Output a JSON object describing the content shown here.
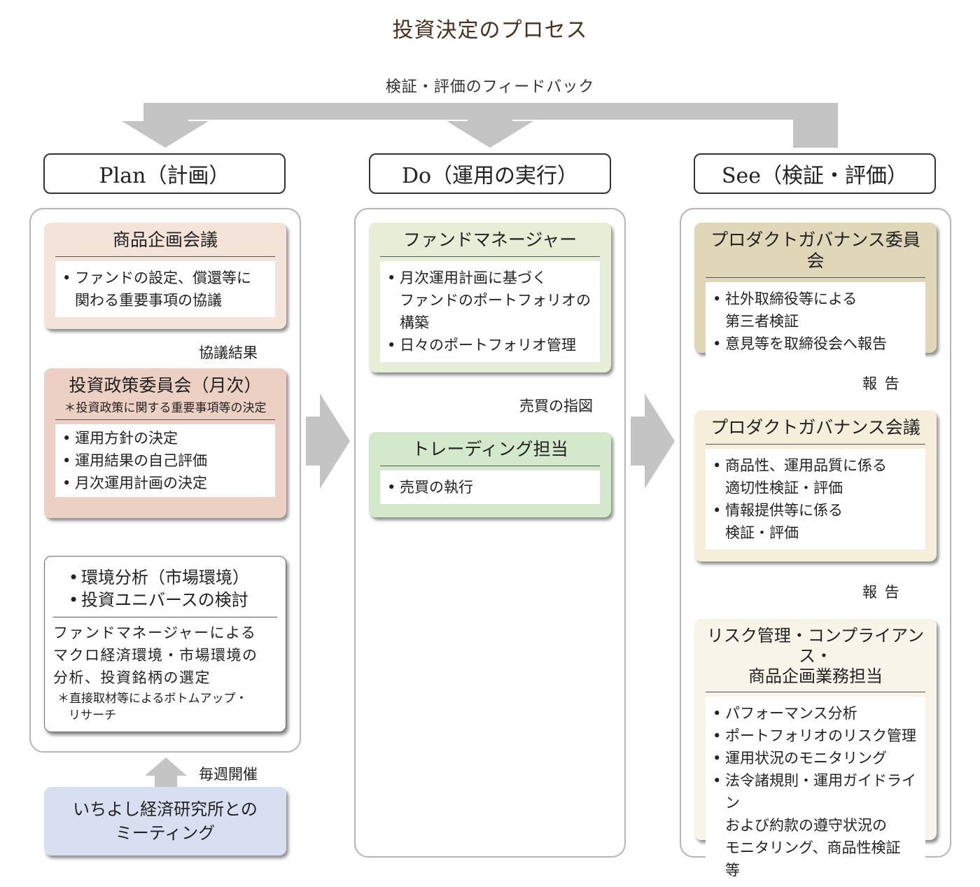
{
  "title": "投資決定のプロセス",
  "feedback_label": "検証・評価のフィードバック",
  "headers": {
    "plan": "Plan（計画）",
    "do": "Do（運用の実行）",
    "see": "See（検証・評価）"
  },
  "plan": {
    "product_meeting": {
      "title": "商品企画会議",
      "items": [
        "ファンドの設定、償還等に",
        "関わる重要事項の協議"
      ]
    },
    "label_kyogi": "協議結果",
    "policy_committee": {
      "title": "投資政策委員会（月次）",
      "note": "＊投資政策に関する重要事項等の決定",
      "items": [
        "運用方針の決定",
        "運用結果の自己評価",
        "月次運用計画の決定"
      ]
    },
    "analysis": {
      "items": [
        "環境分析（市場環境）",
        "投資ユニバースの検討"
      ],
      "body": [
        "ファンドマネージャーによる",
        "マクロ経済環境・市場環境の",
        "分析、投資銘柄の選定"
      ],
      "note": [
        "＊直接取材等によるボトムアップ・",
        "リサーチ"
      ]
    },
    "label_weekly": "毎週開催",
    "meeting": {
      "lines": [
        "いちよし経済研究所との",
        "ミーティング"
      ]
    }
  },
  "do": {
    "fund_manager": {
      "title": "ファンドマネージャー",
      "items": [
        "月次運用計画に基づく",
        "ファンドのポートフォリオの",
        "構築",
        "日々のポートフォリオ管理"
      ]
    },
    "label_order": "売買の指図",
    "trading": {
      "title": "トレーディング担当",
      "items": [
        "売買の執行"
      ]
    }
  },
  "see": {
    "governance_committee": {
      "title": "プロダクトガバナンス委員会",
      "items": [
        "社外取締役等による",
        "第三者検証",
        "意見等を取締役会へ報告"
      ]
    },
    "label_report1": "報 告",
    "governance_meeting": {
      "title": "プロダクトガバナンス会議",
      "items": [
        "商品性、運用品質に係る",
        "適切性検証・評価",
        "情報提供等に係る",
        "検証・評価"
      ]
    },
    "label_report2": "報 告",
    "risk": {
      "title_lines": [
        "リスク管理・コンプライアンス・",
        "商品企画業務担当"
      ],
      "items": [
        "パフォーマンス分析",
        "ポートフォリオのリスク管理",
        "運用状況のモニタリング",
        "法令諸規則・運用ガイドライン",
        "および約款の遵守状況の",
        "モニタリング、商品性検証 等"
      ]
    }
  },
  "colors": {
    "arrow": "#c4c4c4",
    "product_meeting": "#f4e3d9",
    "policy_committee": "#edd0c4",
    "meeting": "#d8dff0",
    "fund_manager": "#e6eed7",
    "trading": "#d4e8cc",
    "governance_committee": "#e0d7b8",
    "governance_meeting": "#f4eedb",
    "risk": "#f8f4ea"
  }
}
